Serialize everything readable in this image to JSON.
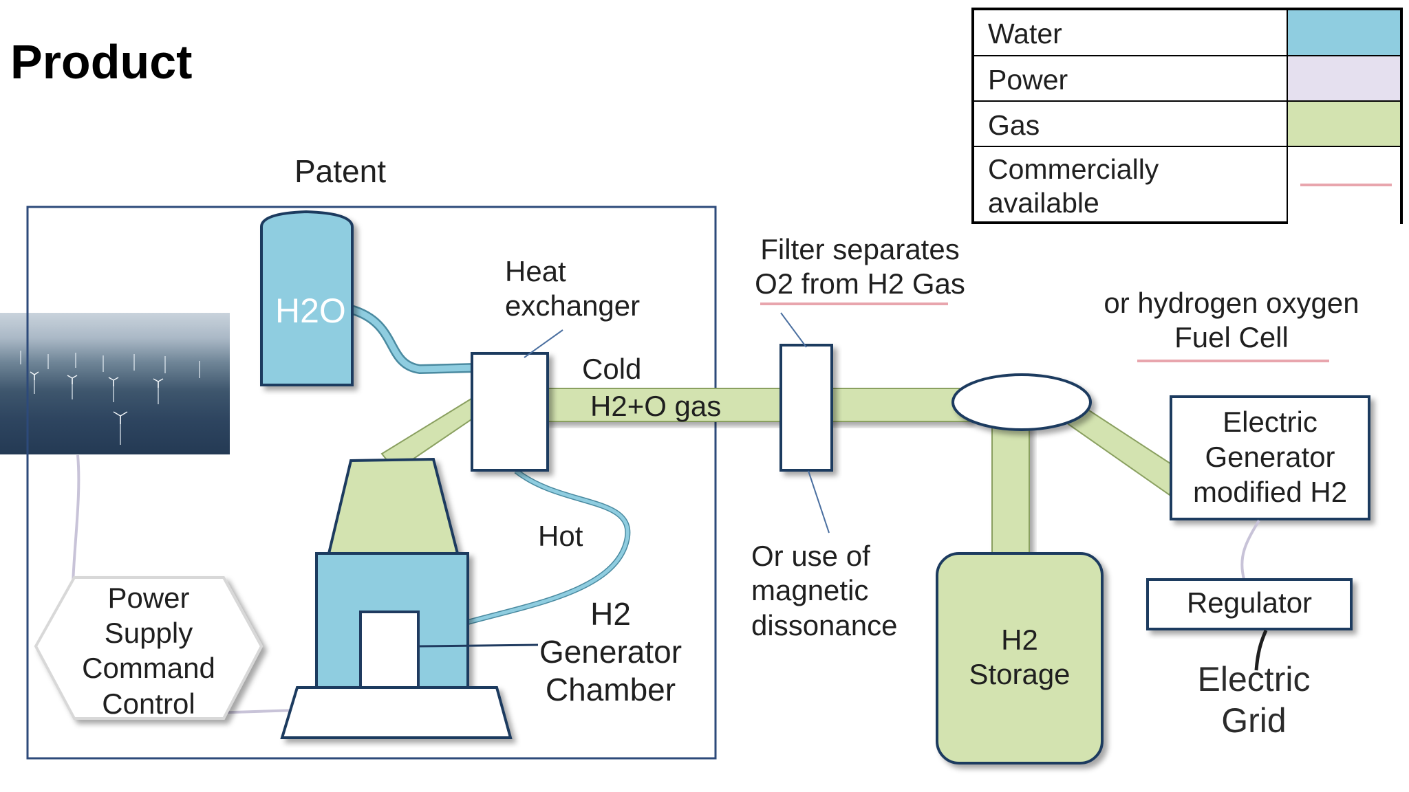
{
  "slide": {
    "title": "Product",
    "patent_label": "Patent"
  },
  "legend": {
    "rows": [
      {
        "label_lines": [
          "Water"
        ],
        "swatch": "#8fcde0"
      },
      {
        "label_lines": [
          "Power"
        ],
        "swatch": "#e5e0ef"
      },
      {
        "label_lines": [
          "Gas"
        ],
        "swatch": "#d3e3b0"
      },
      {
        "label_lines": [
          "Commercially",
          "available"
        ],
        "swatch_line": "#e8a5ad"
      }
    ]
  },
  "labels": {
    "h2o": "H2O",
    "heat_exchanger": [
      "Heat",
      "exchanger"
    ],
    "cold": "Cold",
    "gas_pipe": "H2+O gas",
    "hot": "Hot",
    "generator_chamber": [
      "H2",
      "Generator",
      "Chamber"
    ],
    "power_supply": [
      "Power",
      "Supply",
      "Command",
      "Control"
    ],
    "filter": [
      "Filter separates",
      "O2 from H2 Gas"
    ],
    "magnetic": [
      "Or use of",
      "magnetic",
      "dissonance"
    ],
    "fuel_cell": [
      "or hydrogen oxygen",
      "Fuel Cell"
    ],
    "h2_storage": [
      "H2",
      "Storage"
    ],
    "electric_generator": [
      "Electric",
      "Generator",
      "modified H2"
    ],
    "regulator": "Regulator",
    "electric_grid": [
      "Electric",
      "Grid"
    ]
  },
  "colors": {
    "water": "#8fcde0",
    "gas": "#d3e3b0",
    "power_line": "#c8c3d8",
    "commercial_underline": "#e8a5ad",
    "patent_border": "#2d4a7a"
  },
  "icons": {
    "wind_farm": "offshore-wind-farm-image"
  }
}
